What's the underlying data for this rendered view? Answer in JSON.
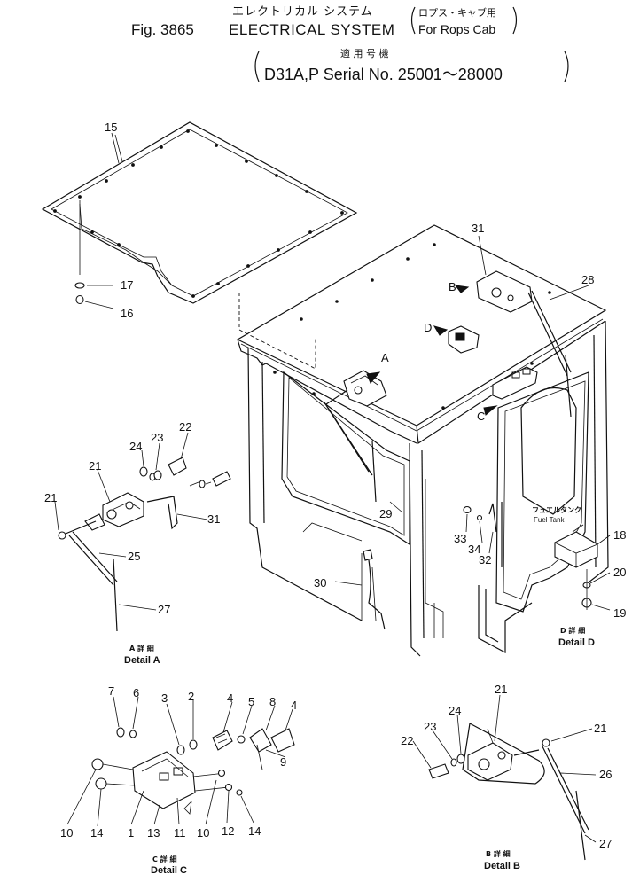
{
  "title": {
    "jp_main": "エレクトリカル システム",
    "fig": "Fig. 3865",
    "en_main": "ELECTRICAL SYSTEM",
    "jp_sub": "ロプス・キャブ用",
    "en_sub": "For Rops Cab",
    "jp_applicable": "適 用 号 機",
    "serial": "D31A,P  Serial No. 25001～28000"
  },
  "callouts": {
    "p15": "15",
    "p17": "17",
    "p16": "16",
    "p31": "31",
    "p28": "28",
    "arrowB": "B",
    "arrowD": "D",
    "arrowA": "A",
    "arrowC": "C",
    "p29": "29",
    "p30": "30",
    "p33": "33",
    "p34": "34",
    "p32": "32",
    "fuel_jp": "フュエルタンク",
    "fuel_en": "Fuel Tank",
    "p18": "18",
    "p20": "20",
    "p19": "19",
    "a22": "22",
    "a23": "23",
    "a24": "24",
    "a21top": "21",
    "a21left": "21",
    "a31": "31",
    "a25": "25",
    "a27": "27",
    "c7": "7",
    "c6": "6",
    "c3": "3",
    "c2": "2",
    "c4a": "4",
    "c5": "5",
    "c8": "8",
    "c4b": "4",
    "c9": "9",
    "c10a": "10",
    "c14a": "14",
    "c1": "1",
    "c13": "13",
    "c11": "11",
    "c10b": "10",
    "c12": "12",
    "c14b": "14",
    "b21a": "21",
    "b24": "24",
    "b23": "23",
    "b22": "22",
    "b21b": "21",
    "b26": "26",
    "b27": "27"
  },
  "details": {
    "a_jp": "A 詳 細",
    "a_en": "Detail A",
    "d_jp": "D 詳 細",
    "d_en": "Detail D",
    "c_jp": "C 詳 細",
    "c_en": "Detail C",
    "b_jp": "B 詳 細",
    "b_en": "Detail B"
  }
}
